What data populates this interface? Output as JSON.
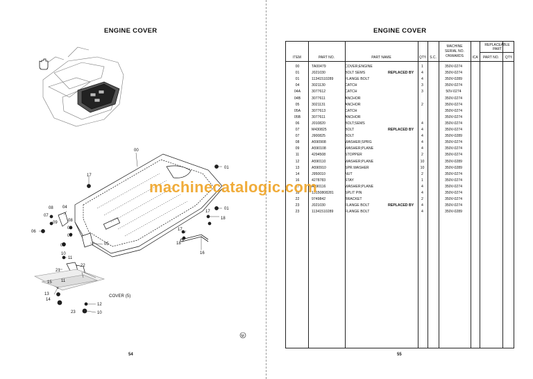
{
  "left_page": {
    "title": "ENGINE COVER",
    "page_number": "54",
    "cover_label": "COVER (5)",
    "callouts": {
      "c00": "00",
      "c01a": "01",
      "c01b": "01",
      "c17a": "17",
      "c17b": "17",
      "c18": "18",
      "c16": "16",
      "c08": "08",
      "c04": "04",
      "c07": "07",
      "c09": "09",
      "c06a": "06",
      "c06b": "06",
      "c05": "05",
      "c10": "10",
      "c11": "11",
      "c22": "22",
      "c21": "21",
      "c15": "15",
      "c13": "13",
      "c14": "14",
      "c12": "12",
      "c23": "23",
      "c10b": "10",
      "cM": "M"
    }
  },
  "right_page": {
    "title": "ENGINE COVER",
    "page_number": "55",
    "watermark": "machinecatalogic.com",
    "table": {
      "headers": {
        "item": "ITEM",
        "part_no": "PART NO.",
        "part_name": "PART NAME",
        "qty": "QTY",
        "sc": "S.C.",
        "serial_l1": "MACHINE",
        "serial_l2": "SERIAL NO.",
        "serial_l3": "ONWARDS",
        "ica": "ICA",
        "replaceable_l1": "REPLACEABLE",
        "replaceable_l2": "PART",
        "rep_part_no": "PART NO.",
        "rep_qty": "QTY"
      },
      "rows": [
        {
          "item": "00",
          "part_no": "TA00479",
          "name": "COVER;ENGINE",
          "replaced": "",
          "qty": "1",
          "serial": "350V-0274"
        },
        {
          "item": "01",
          "part_no": "J021030",
          "name": "BOLT SEMS",
          "replaced": "REPLACED BY",
          "qty": "4",
          "serial": "350V-0274"
        },
        {
          "item": "01",
          "part_no": "11341510289",
          "name": "FLANGE BOLT",
          "replaced": "",
          "qty": "4",
          "serial": "350V-0289"
        },
        {
          "item": "04",
          "part_no": "3021130",
          "name": "CATCH",
          "replaced": "",
          "qty": "3",
          "serial": "350V-0274"
        },
        {
          "item": "04A",
          "part_no": "3077612",
          "name": "CATCH",
          "replaced": "",
          "qty": "3",
          "serial": "50V-0274"
        },
        {
          "item": "04B",
          "part_no": "3077611",
          "name": "ANCHOR",
          "replaced": "",
          "qty": "",
          "serial": "350V-0274"
        },
        {
          "item": "05",
          "part_no": "3021131",
          "name": "ANCHOR",
          "replaced": "",
          "qty": "2",
          "serial": "350V-0274"
        },
        {
          "item": "05A",
          "part_no": "3077613",
          "name": "CATCH",
          "replaced": "",
          "qty": "",
          "serial": "350V-0274"
        },
        {
          "item": "05B",
          "part_no": "3077611",
          "name": "ANCHOR",
          "replaced": "",
          "qty": "",
          "serial": "350V-0274"
        },
        {
          "item": "06",
          "part_no": "J010820",
          "name": "BOLT;SEMS",
          "replaced": "",
          "qty": "4",
          "serial": "350V-0274"
        },
        {
          "item": "07",
          "part_no": "M430825",
          "name": "BOLT",
          "replaced": "REPLACED BY",
          "qty": "4",
          "serial": "350V-0274"
        },
        {
          "item": "07",
          "part_no": "J900825",
          "name": "BOLT",
          "replaced": "",
          "qty": "4",
          "serial": "350V-0289"
        },
        {
          "item": "08",
          "part_no": "A590908",
          "name": "WASHER;SPRG",
          "replaced": "",
          "qty": "4",
          "serial": "350V-0274"
        },
        {
          "item": "09",
          "part_no": "A590108",
          "name": "WASHER;PLANE",
          "replaced": "",
          "qty": "4",
          "serial": "350V-0274"
        },
        {
          "item": "11",
          "part_no": "4294508",
          "name": "STOPPER",
          "replaced": "",
          "qty": "2",
          "serial": "350V-0274"
        },
        {
          "item": "12",
          "part_no": "A590110",
          "name": "WASHER;PLANE",
          "replaced": "",
          "qty": "10",
          "serial": "350V-0289"
        },
        {
          "item": "13",
          "part_no": "A590910",
          "name": "SPR.WASHER",
          "replaced": "",
          "qty": "10",
          "serial": "350V-0289"
        },
        {
          "item": "14",
          "part_no": "J950010",
          "name": "NUT",
          "replaced": "",
          "qty": "2",
          "serial": "350V-0274"
        },
        {
          "item": "16",
          "part_no": "4278783",
          "name": "STAY",
          "replaced": "",
          "qty": "1",
          "serial": "350V-0274"
        },
        {
          "item": "17",
          "part_no": "A590116",
          "name": "WASHER;PLANE",
          "replaced": "",
          "qty": "4",
          "serial": "350V-0274"
        },
        {
          "item": "18",
          "part_no": "13150808281",
          "name": "SPLIT PIN",
          "replaced": "",
          "qty": "4",
          "serial": "350V-0274"
        },
        {
          "item": "22",
          "part_no": "9749842",
          "name": "BRACKET",
          "replaced": "",
          "qty": "2",
          "serial": "350V-0274"
        },
        {
          "item": "23",
          "part_no": "J021030",
          "name": "FLANGE BOLT",
          "replaced": "REPLACED BY",
          "qty": "4",
          "serial": "350V-0274"
        },
        {
          "item": "23",
          "part_no": "11341510289",
          "name": "FLANGE BOLT",
          "replaced": "",
          "qty": "4",
          "serial": "350V-0289"
        }
      ]
    }
  }
}
